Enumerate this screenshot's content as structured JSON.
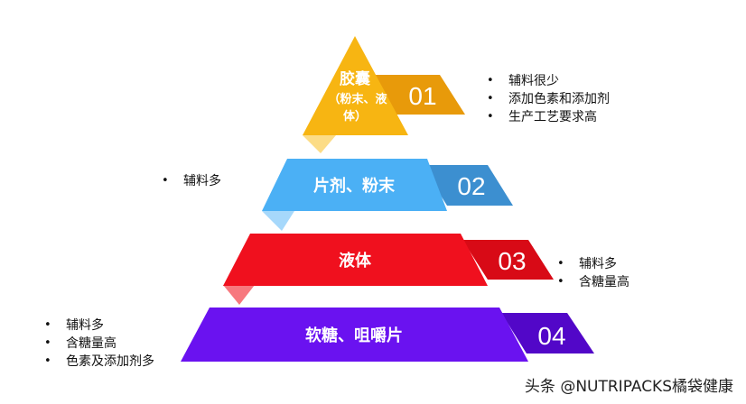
{
  "levels": [
    {
      "label_lines": [
        "胶囊",
        "（粉末、液",
        "体）"
      ],
      "number": "01",
      "color": "#F7B512",
      "tab_color": "#E89A0A",
      "fold_color": "#FCDC86",
      "notes": [
        "辅料很少",
        "添加色素和添加剂",
        "生产工艺要求高"
      ]
    },
    {
      "label_lines": [
        "片剂、粉末"
      ],
      "number": "02",
      "color": "#4BB0F5",
      "tab_color": "#3C8FD0",
      "fold_color": "#A6D8FB",
      "notes": [
        "辅料多"
      ]
    },
    {
      "label_lines": [
        "液体"
      ],
      "number": "03",
      "color": "#F0101E",
      "tab_color": "#D80A16",
      "fold_color": "#F7787E",
      "notes": [
        "辅料多",
        "含糖量高"
      ]
    },
    {
      "label_lines": [
        "软糖、咀嚼片"
      ],
      "number": "04",
      "color": "#6A12F0",
      "tab_color": "#5207C8",
      "fold_color": "#B48AF7",
      "notes": [
        "辅料多",
        "含糖量高",
        "色素及添加剂多"
      ]
    }
  ],
  "watermark": "头条 @NUTRIPACKS橘袋健康"
}
